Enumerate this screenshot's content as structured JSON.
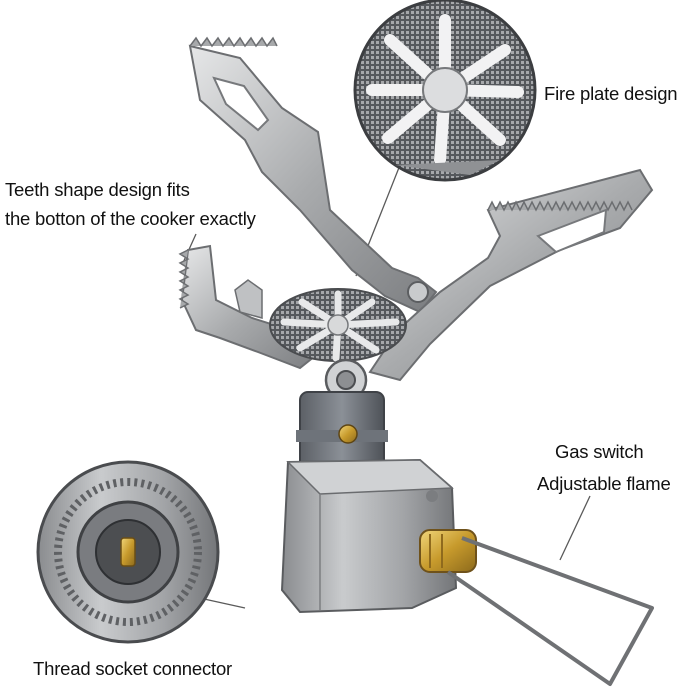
{
  "product": {
    "callouts": {
      "fire_plate": "Fire plate design",
      "teeth_line1": "Teeth shape design fits",
      "teeth_line2": "the botton of the cooker exactly",
      "gas_line1": "Gas switch",
      "gas_line2": "Adjustable flame",
      "thread": "Thread socket connector"
    }
  },
  "colors": {
    "metal": "#a7a9ab",
    "metal_dark": "#6f7174",
    "metal_light": "#dcdedf",
    "brass": "#c9a23a",
    "background": "#ffffff",
    "text": "#111111"
  }
}
